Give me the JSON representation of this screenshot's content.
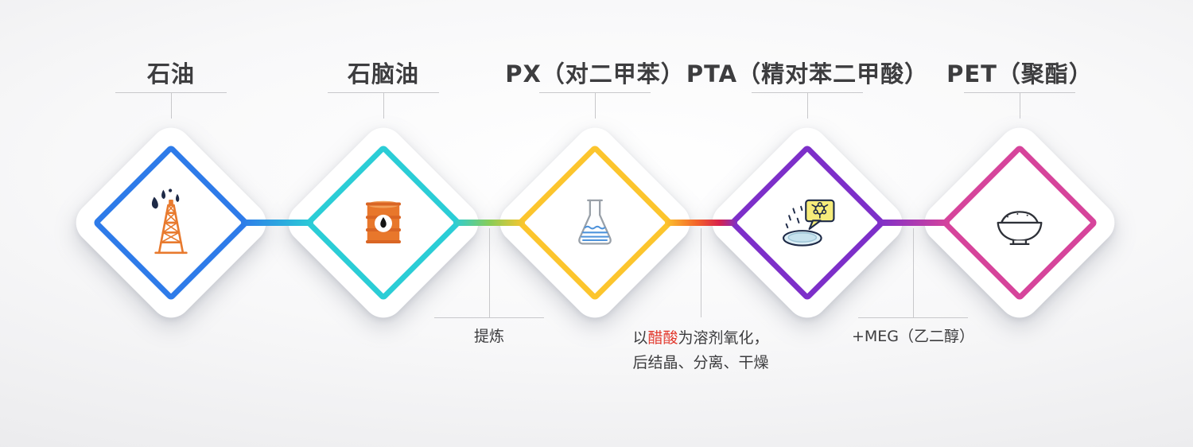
{
  "stages": [
    {
      "id": "petroleum",
      "label": "石油",
      "color": "#2E7BE9",
      "icon": "oil-derrick-icon"
    },
    {
      "id": "naphtha",
      "label": "石脑油",
      "color": "#2BCDD6",
      "icon": "oil-barrel-icon"
    },
    {
      "id": "px",
      "label": "PX（对二甲苯）",
      "color": "#FCC52D",
      "icon": "flask-icon"
    },
    {
      "id": "pta",
      "label": "PTA（精对苯二甲酸）",
      "color": "#7D2FC9",
      "icon": "petri-dish-icon"
    },
    {
      "id": "pet",
      "label": "PET（聚酯）",
      "color": "#D6449B",
      "icon": "bowl-icon"
    }
  ],
  "connectors": [
    {
      "from": "石油",
      "to": "石脑油",
      "colors": [
        "#2E7BE9",
        "#2BCDD6"
      ]
    },
    {
      "from": "石脑油",
      "to": "PX（对二甲苯）",
      "colors": [
        "#2BCDD6",
        "#86CD59",
        "#FCC52D"
      ],
      "annotation": {
        "text": "提炼"
      }
    },
    {
      "from": "PX（对二甲苯）",
      "to": "PTA（精对苯二甲酸）",
      "colors": [
        "#FCC52D",
        "#F2612A",
        "#7D2FC9"
      ],
      "annotation": {
        "line1_prefix": "以",
        "line1_highlight": "醋酸",
        "line1_suffix": "为溶剂氧化，",
        "line2": "后结晶、分离、干燥",
        "highlight_color": "#E2372B"
      }
    },
    {
      "from": "PTA（精对苯二甲酸）",
      "to": "PET（聚酯）",
      "colors": [
        "#7D2FC9",
        "#D6449B"
      ],
      "annotation": {
        "text": "+MEG（乙二醇）"
      }
    }
  ]
}
